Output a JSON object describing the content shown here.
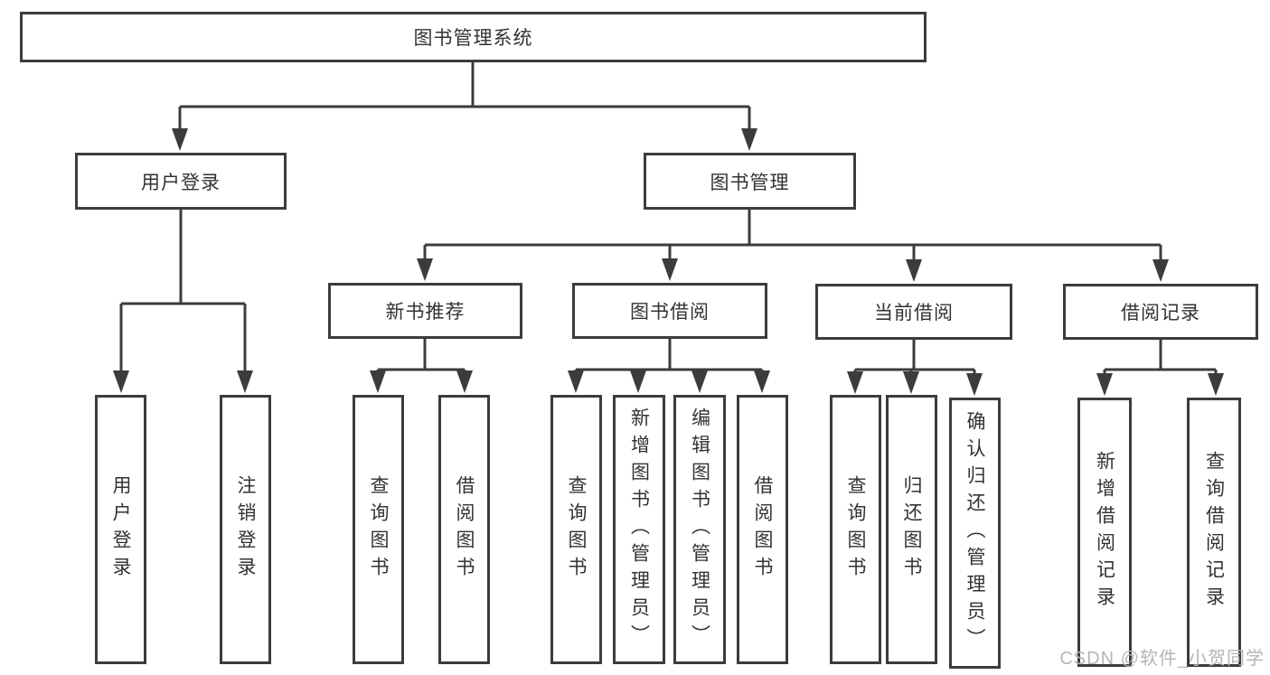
{
  "diagram": {
    "title": "图书管理系统",
    "colors": {
      "line": "#3c3c3e",
      "text": "#333333",
      "background": "#ffffff",
      "watermark": "#b5b5ba"
    },
    "watermark": {
      "text": "CSDN @软件_小贺同学"
    },
    "nodes": {
      "root": {
        "label": "图书管理系统"
      },
      "user_login": {
        "label": "用户登录"
      },
      "book_mgmt": {
        "label": "图书管理"
      },
      "new_book_rec": {
        "label": "新书推荐"
      },
      "book_borrow": {
        "label": "图书借阅"
      },
      "current_borrow": {
        "label": "当前借阅"
      },
      "borrow_records": {
        "label": "借阅记录"
      },
      "leaf_user_login": {
        "label": "用户登录"
      },
      "leaf_logout": {
        "label": "注销登录"
      },
      "leaf_query_book_1": {
        "label": "查询图书"
      },
      "leaf_borrow_book_1": {
        "label": "借阅图书"
      },
      "leaf_query_book_2": {
        "label": "查询图书"
      },
      "leaf_add_book": {
        "label": "新增图书（管理员）"
      },
      "leaf_edit_book": {
        "label": "编辑图书（管理员）"
      },
      "leaf_borrow_book_2": {
        "label": "借阅图书"
      },
      "leaf_query_book_3": {
        "label": "查询图书"
      },
      "leaf_return_book": {
        "label": "归还图书"
      },
      "leaf_confirm_return": {
        "label": "确认归还（管理员）"
      },
      "leaf_add_record": {
        "label": "新增借阅记录"
      },
      "leaf_query_record": {
        "label": "查询借阅记录"
      }
    }
  }
}
